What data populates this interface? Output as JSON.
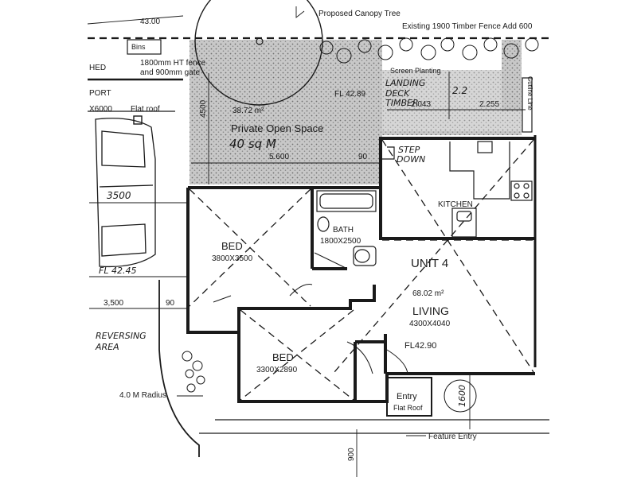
{
  "labels": {
    "top_dim": "43.00",
    "bins": "Bins",
    "shed": "HED",
    "port": "PORT",
    "port_size": "X6000",
    "flat_roof_left": "Flat roof",
    "fence_note_1": "1800mm HT fence",
    "fence_note_2": "and 900mm gate",
    "canopy_tree": "Proposed Canopy Tree",
    "timber_fence": "Existing 1900 Timber Fence Add 600",
    "screen_planting": "Screen Planting",
    "landing_1": "LANDING",
    "landing_2": "DECK",
    "landing_3": "TIMBER",
    "fl_deck": "FL 42.89",
    "dim_22": "2.2",
    "dim_2043": "2.043",
    "dim_2255": "2.255",
    "boundary": "Gutline Line",
    "area_pos": "38.72 m²",
    "pos_title": "Private Open Space",
    "pos_area": "40 sq M",
    "dim_4500": "4500",
    "dim_5600": "5.600",
    "dim_90_top": "90",
    "step_down_1": "STEP",
    "step_down_2": "DOWN",
    "kitchen": "KITCHEN",
    "bath": "BATH",
    "bath_size": "1800X2500",
    "bed1": "BED",
    "bed1_size": "3800X3500",
    "dim_3500_car": "3500",
    "fl_carport": "FL 42.45",
    "unit": "UNIT 4",
    "unit_area": "68.02 m²",
    "living": "LIVING",
    "living_size": "4300X4040",
    "fl_living": "FL42.90",
    "dim_3500_left": "3,500",
    "dim_90_left": "90",
    "reversing_1": "REVERSING",
    "reversing_2": "AREA",
    "bed2": "BED",
    "bed2_size": "3300X2890",
    "radius": "4.0 M Radius",
    "entry": "Entry",
    "entry_roof": "Flat Roof",
    "dim_1600": "1600",
    "feature_entry": "Feature Entry",
    "dim_900": "900"
  }
}
